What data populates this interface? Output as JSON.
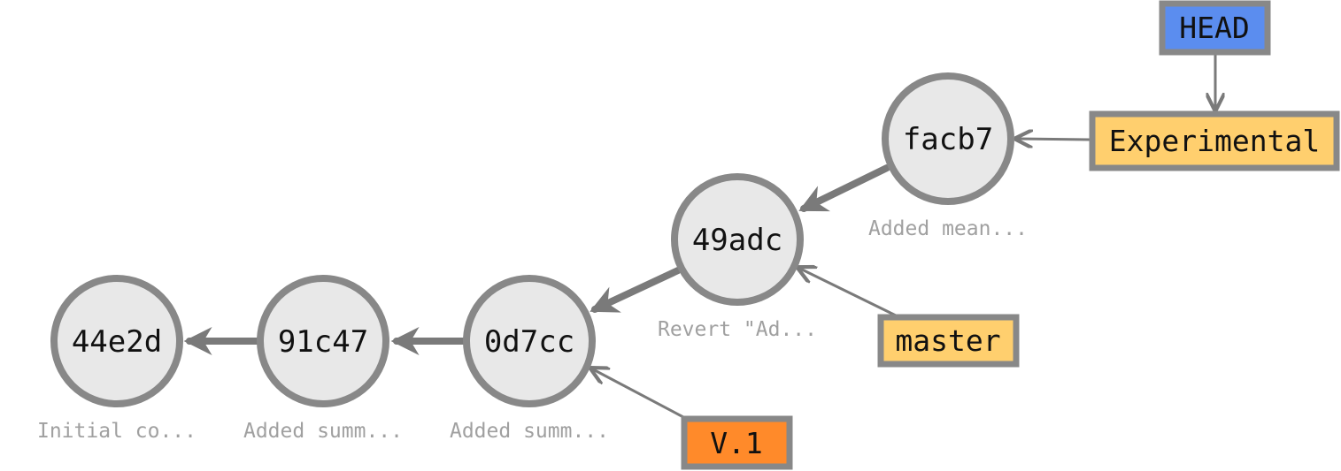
{
  "commits": [
    {
      "id": "c1",
      "hash": "44e2d",
      "message": "Initial co..."
    },
    {
      "id": "c2",
      "hash": "91c47",
      "message": "Added summ..."
    },
    {
      "id": "c3",
      "hash": "0d7cc",
      "message": "Added summ..."
    },
    {
      "id": "c4",
      "hash": "49adc",
      "message": "Revert \"Ad..."
    },
    {
      "id": "c5",
      "hash": "facb7",
      "message": "Added mean..."
    }
  ],
  "refs": [
    {
      "id": "head",
      "label": "HEAD",
      "kind": "head",
      "color": "#5b8def"
    },
    {
      "id": "experimental",
      "label": "Experimental",
      "kind": "branch",
      "color": "#ffcf6e"
    },
    {
      "id": "master",
      "label": "master",
      "kind": "branch",
      "color": "#ffcf6e"
    },
    {
      "id": "v1",
      "label": "V.1",
      "kind": "tag",
      "color": "#ff8a2a"
    }
  ],
  "colors": {
    "node_fill": "#e8e8e8",
    "node_stroke": "#888888",
    "edge": "#7a7a7a",
    "message_text": "#a0a0a0"
  }
}
